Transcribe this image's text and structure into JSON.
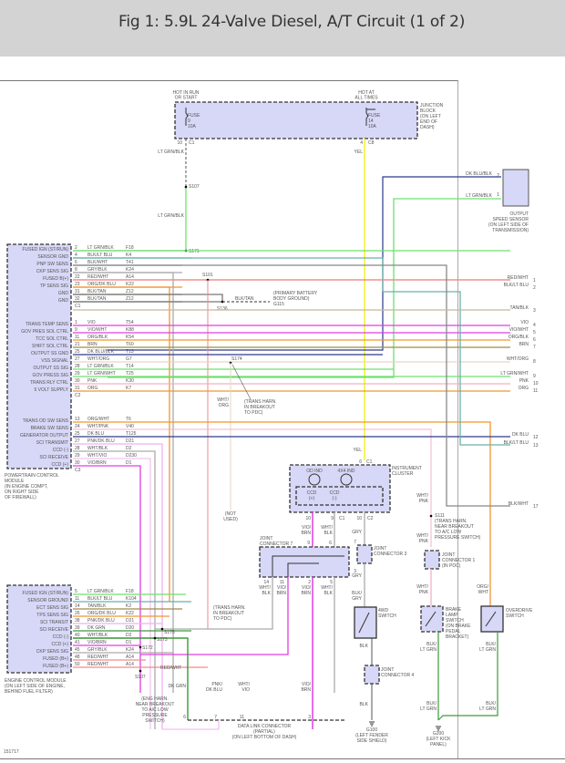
{
  "title": "Fig 1: 5.9L 24-Valve Diesel, A/T Circuit (1 of 2)",
  "figure_id": "151717",
  "junction_block": {
    "label": [
      "JUNCTION",
      "BLOCK",
      "(ON LEFT",
      "END OF",
      "DASH)"
    ],
    "hot_run": [
      "HOT IN RUN",
      "OR START"
    ],
    "hot_all": [
      "HOT AT",
      "ALL TIMES"
    ],
    "fuse9": [
      "FUSE",
      "9",
      "10A"
    ],
    "fuse14": [
      "FUSE",
      "14",
      "10A"
    ],
    "pin_c1": "10",
    "conn_c1": "C1",
    "pin_c8": "4",
    "conn_c8": "C8"
  },
  "wire_labels": {
    "lt_grn_blk": "LT GRN/BLK",
    "yel": "YEL",
    "dk_blu_blk": "DK BLU/BLK",
    "blk_tan": "BLK/TAN",
    "wht_org": [
      "WHT/",
      "ORG"
    ],
    "red_wht": "RED/WHT",
    "vio_brn": [
      "VIO/",
      "BRN"
    ],
    "wht_blk": [
      "WHT/",
      "BLK"
    ],
    "gry": "GRY",
    "blk_gry": [
      "BLK/",
      "GRY"
    ],
    "blk": "BLK",
    "wht_pnk": [
      "WHT/",
      "PNK"
    ],
    "org_wht": [
      "ORG/",
      "WHT"
    ],
    "blk_lt_grn": [
      "BLK/",
      "LT GRN"
    ],
    "dk_grn": "DK GRN",
    "pnk_dk_blu": [
      "PNK/",
      "DK BLU"
    ],
    "wht_vio": [
      "WHT/",
      "VIO"
    ]
  },
  "splices": {
    "s107": "S107",
    "s171": "S171",
    "s101": "S101",
    "s136": "S136",
    "s174": "S174",
    "s111": "S111",
    "s175": "S175",
    "s173": "S173",
    "s172": "S172",
    "s107b": "S107"
  },
  "ground_g115": [
    "(PRIMARY BATTERY",
    "BODY GROUND)",
    "G115"
  ],
  "s174_note": [
    "(TRANS HARN.",
    "IN BREAKOUT",
    "TO PDC)"
  ],
  "s111_note": [
    "(TRANS HARN.",
    "NEAR BREAKOUT",
    "TO A/C LOW",
    "PRESSURE SWITCH)"
  ],
  "s175_note": [
    "(TRANS HARN.",
    "IN BREAKOUT",
    "TO PDC)"
  ],
  "eng_harn_note": [
    "(ENG HARN.",
    "NEAR BREAKOUT",
    "TO A/C LOW",
    "PRESSURE",
    "SWITCH)"
  ],
  "not_used": [
    "(NOT",
    "USED)"
  ],
  "pcm": {
    "label": [
      "POWERTRAIN CONTROL",
      "MODULE",
      "(IN ENGINE COMPT,",
      "ON RIGHT SIDE",
      "OF FIREWALL)"
    ],
    "c1": [
      {
        "name": "FUSED IGN (ST/RUN)",
        "pin": "2",
        "wire": "LT GRN/BLK",
        "circuit": "F18"
      },
      {
        "name": "SENSOR GND",
        "pin": "4",
        "wire": "BLK/LT BLU",
        "circuit": "K4"
      },
      {
        "name": "PNP SW SENS",
        "pin": "6",
        "wire": "BLK/WHT",
        "circuit": "T41"
      },
      {
        "name": "CKP SENS SIG",
        "pin": "8",
        "wire": "GRY/BLK",
        "circuit": "K24"
      },
      {
        "name": "FUSED B(+)",
        "pin": "22",
        "wire": "RED/WHT",
        "circuit": "A14"
      },
      {
        "name": "TP SENS SIG",
        "pin": "23",
        "wire": "ORG/DK BLU",
        "circuit": "K22"
      },
      {
        "name": "GND",
        "pin": "31",
        "wire": "BLK/TAN",
        "circuit": "Z12"
      },
      {
        "name": "GND",
        "pin": "32",
        "wire": "BLK/TAN",
        "circuit": "Z12"
      }
    ],
    "c1_label": "C1",
    "c2": [
      {
        "name": "TRANS TEMP SENS",
        "pin": "1",
        "wire": "VIO",
        "circuit": "T54"
      },
      {
        "name": "GOV PRES SOL CTRL",
        "pin": "9",
        "wire": "VIO/WHT",
        "circuit": "K88"
      },
      {
        "name": "TCC SOL CTRL",
        "pin": "11",
        "wire": "ORG/BLK",
        "circuit": "K54"
      },
      {
        "name": "SHIFT SOL CTRL",
        "pin": "21",
        "wire": "BRN",
        "circuit": "T60"
      },
      {
        "name": "OUTPUT SS GND",
        "pin": "25",
        "wire": "DK BLU/BLK",
        "circuit": "T13"
      },
      {
        "name": "VSS SIGNAL",
        "pin": "27",
        "wire": "WHT/ORG",
        "circuit": "G7"
      },
      {
        "name": "OUTPUT SS SIG",
        "pin": "28",
        "wire": "LT GRN/BLK",
        "circuit": "T14"
      },
      {
        "name": "GOV PRESS SIG",
        "pin": "29",
        "wire": "LT GRN/WHT",
        "circuit": "T25"
      },
      {
        "name": "TRANS RLY CTRL",
        "pin": "30",
        "wire": "PNK",
        "circuit": "K30"
      },
      {
        "name": "5 VOLT SUPPLY",
        "pin": "31",
        "wire": "ORG",
        "circuit": "K7"
      }
    ],
    "c2_label": "C2",
    "c3": [
      {
        "name": "TRANS OD SW SENS",
        "pin": "13",
        "wire": "ORG/WHT",
        "circuit": "T6"
      },
      {
        "name": "BRAKE SW SENS",
        "pin": "24",
        "wire": "WHT/PNK",
        "circuit": "V40"
      },
      {
        "name": "GENERATOR OUTPUT",
        "pin": "25",
        "wire": "DK BLU",
        "circuit": "T125"
      },
      {
        "name": "SCI TRANSMIT",
        "pin": "27",
        "wire": "PNK/DK BLU",
        "circuit": "D21"
      },
      {
        "name": "CCD (-)",
        "pin": "28",
        "wire": "WHT/BLK",
        "circuit": "D2"
      },
      {
        "name": "SCI RECEIVE",
        "pin": "29",
        "wire": "WHT/VIO",
        "circuit": "D230"
      },
      {
        "name": "CCD (+)",
        "pin": "30",
        "wire": "VIO/BRN",
        "circuit": "D1"
      }
    ],
    "c3_label": "C3"
  },
  "ecm": {
    "label": [
      "ENGINE CONTROL MODULE",
      "(ON LEFT SIDE OF ENGINE,",
      "BEHIND FUEL FILTER)"
    ],
    "pins": [
      {
        "name": "FUSED IGN (ST/RUN)",
        "pin": "5",
        "wire": "LT GRN/BLK",
        "circuit": "F18"
      },
      {
        "name": "SENSOR GROUND",
        "pin": "11",
        "wire": "BLK/LT BLU",
        "circuit": "K104"
      },
      {
        "name": "ECT SENS SIG",
        "pin": "14",
        "wire": "TAN/BLK",
        "circuit": "K2"
      },
      {
        "name": "TPS SENS SIG",
        "pin": "26",
        "wire": "ORG/DK BLU",
        "circuit": "K22"
      },
      {
        "name": "SCI TRANSIT",
        "pin": "38",
        "wire": "PNK/DK BLU",
        "circuit": "D21"
      },
      {
        "name": "SCI RECEIVE",
        "pin": "39",
        "wire": "DK GRN",
        "circuit": "D20"
      },
      {
        "name": "CCD (-)",
        "pin": "40",
        "wire": "WHT/BLK",
        "circuit": "D2"
      },
      {
        "name": "CCD (+)",
        "pin": "41",
        "wire": "VIO/BRN",
        "circuit": "D1"
      },
      {
        "name": "CKP SENS SIG",
        "pin": "45",
        "wire": "GRY/BLK",
        "circuit": "K24"
      },
      {
        "name": "FUSED (B+)",
        "pin": "48",
        "wire": "RED/WHT",
        "circuit": "A14"
      },
      {
        "name": "FUSED (B+)",
        "pin": "50",
        "wire": "RED/WHT",
        "circuit": "A14"
      }
    ]
  },
  "output_speed_sensor": {
    "label": [
      "OUTPUT",
      "SPEED SENSOR",
      "(ON LEFT SIDE OF",
      "TRANSMISSION)"
    ],
    "pin2": "2",
    "pin1": "1"
  },
  "right_edge": [
    {
      "wire": "RED/WHT",
      "num": "1"
    },
    {
      "wire": "BLK/LT BLU",
      "num": "2"
    },
    {
      "wire": "TAN/BLK",
      "num": "3"
    },
    {
      "wire": "VIO",
      "num": "4"
    },
    {
      "wire": "VIO/WHT",
      "num": "5"
    },
    {
      "wire": "ORG/BLK",
      "num": "6"
    },
    {
      "wire": "BRN",
      "num": "7"
    },
    {
      "wire": "WHT/ORG",
      "num": "8"
    },
    {
      "wire": "LT GRN/WHT",
      "num": "9"
    },
    {
      "wire": "PNK",
      "num": "10"
    },
    {
      "wire": "ORG",
      "num": "11"
    },
    {
      "wire": "DK BLU",
      "num": "12"
    },
    {
      "wire": "BLK/LT BLU",
      "num": "13"
    },
    {
      "wire": "BLK/WHT",
      "num": "17"
    }
  ],
  "instrument_cluster": {
    "label": [
      "INSTRUMENT",
      "CLUSTER"
    ],
    "od_ind": "OD IND",
    "x4_ind": "4X4 IND",
    "ccd_pos": [
      "CCD",
      "(+)"
    ],
    "ccd_neg": [
      "CCD",
      "(-)"
    ],
    "pin_yel": "6",
    "conn_yel": "C1",
    "pin_ccdp": "10",
    "pin_ccdn": "9",
    "conn_c1": "C1",
    "pin_gry": "10",
    "conn_c2": "C2"
  },
  "joint_connector_7": {
    "label": [
      "JOINT",
      "CONNECTOR 7"
    ],
    "pins_top": [
      "9",
      "6"
    ],
    "pins_bottom": [
      "14",
      "11",
      "2",
      "5"
    ]
  },
  "joint_connector_3": {
    "label": [
      "JOINT",
      "CONNECTOR 3"
    ],
    "pin_top": "7",
    "pin_bottom": "3"
  },
  "joint_connector_1": {
    "label": [
      "JOINT",
      "CONNECTOR 1",
      "(IN PDC)"
    ],
    "pin_top": "2",
    "pin_bottom": "3"
  },
  "joint_connector_4": {
    "label": [
      "JOINT",
      "CONNECTOR 4"
    ],
    "pin_top": "4",
    "pin_bottom": "1"
  },
  "fwd_switch": {
    "label": [
      "4WD",
      "SWITCH"
    ],
    "pin1": "1",
    "pin2": "2"
  },
  "brake_lamp_switch": {
    "label": [
      "BRAKE",
      "LAMP",
      "SWITCH",
      "(ON BRAKE",
      "PEDAL",
      "BRACKET)"
    ],
    "pin1": "1",
    "pin2": "2"
  },
  "overdrive_switch": {
    "label": [
      "OVERDRIVE",
      "SWITCH"
    ],
    "pin1": "1",
    "pin2": "2"
  },
  "g100": [
    "G100",
    "(LEFT FENDER",
    "SIDE SHIELD)"
  ],
  "g200": [
    "G200",
    "(LEFT KICK",
    "PANEL)"
  ],
  "dlc": {
    "label": [
      "DATA LINK CONNECTOR",
      "(PARTIAL)",
      "(ON LEFT BOTTOM OF DASH)"
    ],
    "pins": [
      "6",
      "7",
      "11",
      "3"
    ]
  },
  "colors": {
    "box_fill": "#d7d7f7",
    "lt_grn": "#6ee06e",
    "yel": "#f2f22a",
    "red_wht": "#f08a8a",
    "vio": "#e23de2",
    "org": "#f0962e",
    "brn": "#a08a4a",
    "dk_blu": "#2d3a8c",
    "teal": "#6bb0a8",
    "gry": "#aaaaaa",
    "pnk": "#f4b0c4",
    "wht_org": "#e6d8c4",
    "dk_grn": "#3c9a3c",
    "vio_lt": "#f0b0f0"
  }
}
